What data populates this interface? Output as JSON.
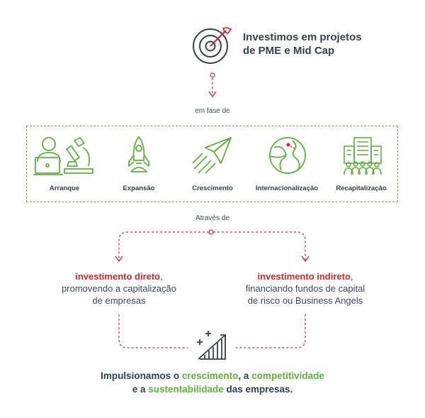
{
  "header": {
    "title_line1": "Investimos em projetos",
    "title_line2": "de PME e Mid Cap"
  },
  "phase_intro": "em fase de",
  "phases": [
    {
      "label": "Arranque",
      "icon": "laptop-microscope-icon"
    },
    {
      "label": "Expansão",
      "icon": "rocket-icon"
    },
    {
      "label": "Crescimento",
      "icon": "paper-plane-icon"
    },
    {
      "label": "Internacionalização",
      "icon": "globe-icon"
    },
    {
      "label": "Recapitalização",
      "icon": "building-people-icon"
    }
  ],
  "through": "Através de",
  "direct": {
    "highlight": "investimento direto",
    "suffix": ",",
    "line2": "promovendo a capitalização",
    "line3": "de empresas"
  },
  "indirect": {
    "highlight": "investimento indireto",
    "suffix": ",",
    "line2": "financiando fundos de capital",
    "line3": "de risco ou Business Angels"
  },
  "conclusion": {
    "p1": "Impulsionamos o ",
    "w1": "crescimento",
    "p2": ", a ",
    "w2": "competitividade",
    "p3": "e a ",
    "w3": "sustentabilidade",
    "p4": " das empresas."
  },
  "colors": {
    "navy": "#33414e",
    "green": "#5fb13a",
    "red": "#d6242d"
  }
}
